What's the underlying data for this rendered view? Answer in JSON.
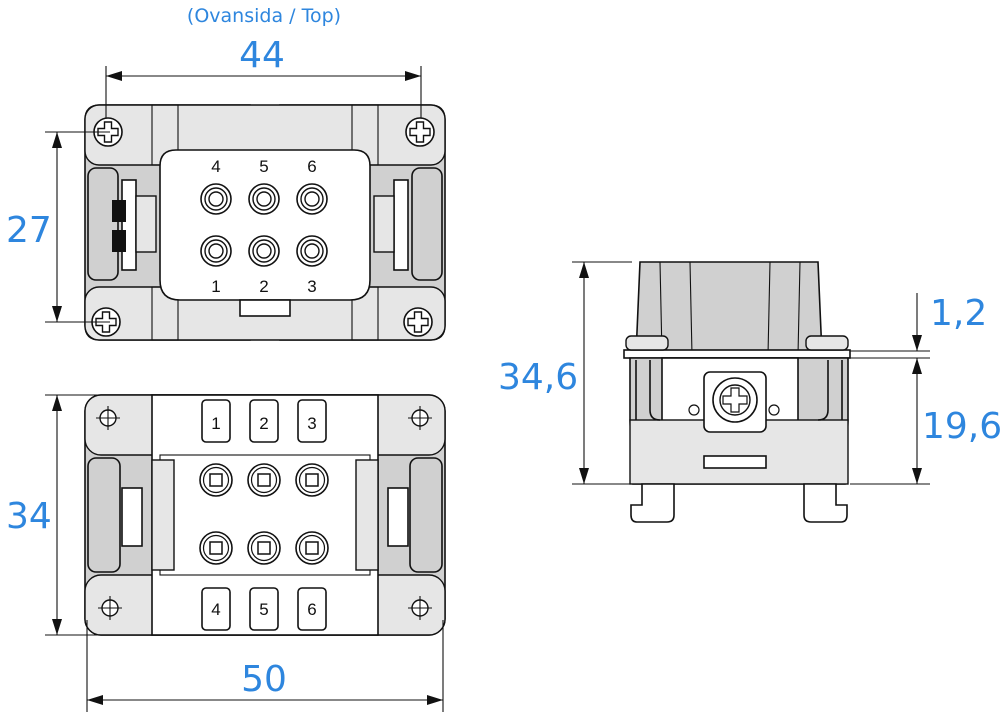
{
  "top_view": {
    "caption": "(Ovansida / Top)",
    "width_dim": "44",
    "height_dim": "27",
    "pins_top": [
      "4",
      "5",
      "6"
    ],
    "pins_bottom": [
      "1",
      "2",
      "3"
    ]
  },
  "bottom_view": {
    "width_dim": "50",
    "height_dim": "34",
    "terminals_top": [
      "1",
      "2",
      "3"
    ],
    "terminals_bottom": [
      "4",
      "5",
      "6"
    ]
  },
  "side_view": {
    "height_dim": "34,6",
    "flange_dim": "1,2",
    "lower_dim": "19,6"
  },
  "colors": {
    "dimension": "#2e86de",
    "body": "#d0d0d0",
    "line": "#111111"
  }
}
